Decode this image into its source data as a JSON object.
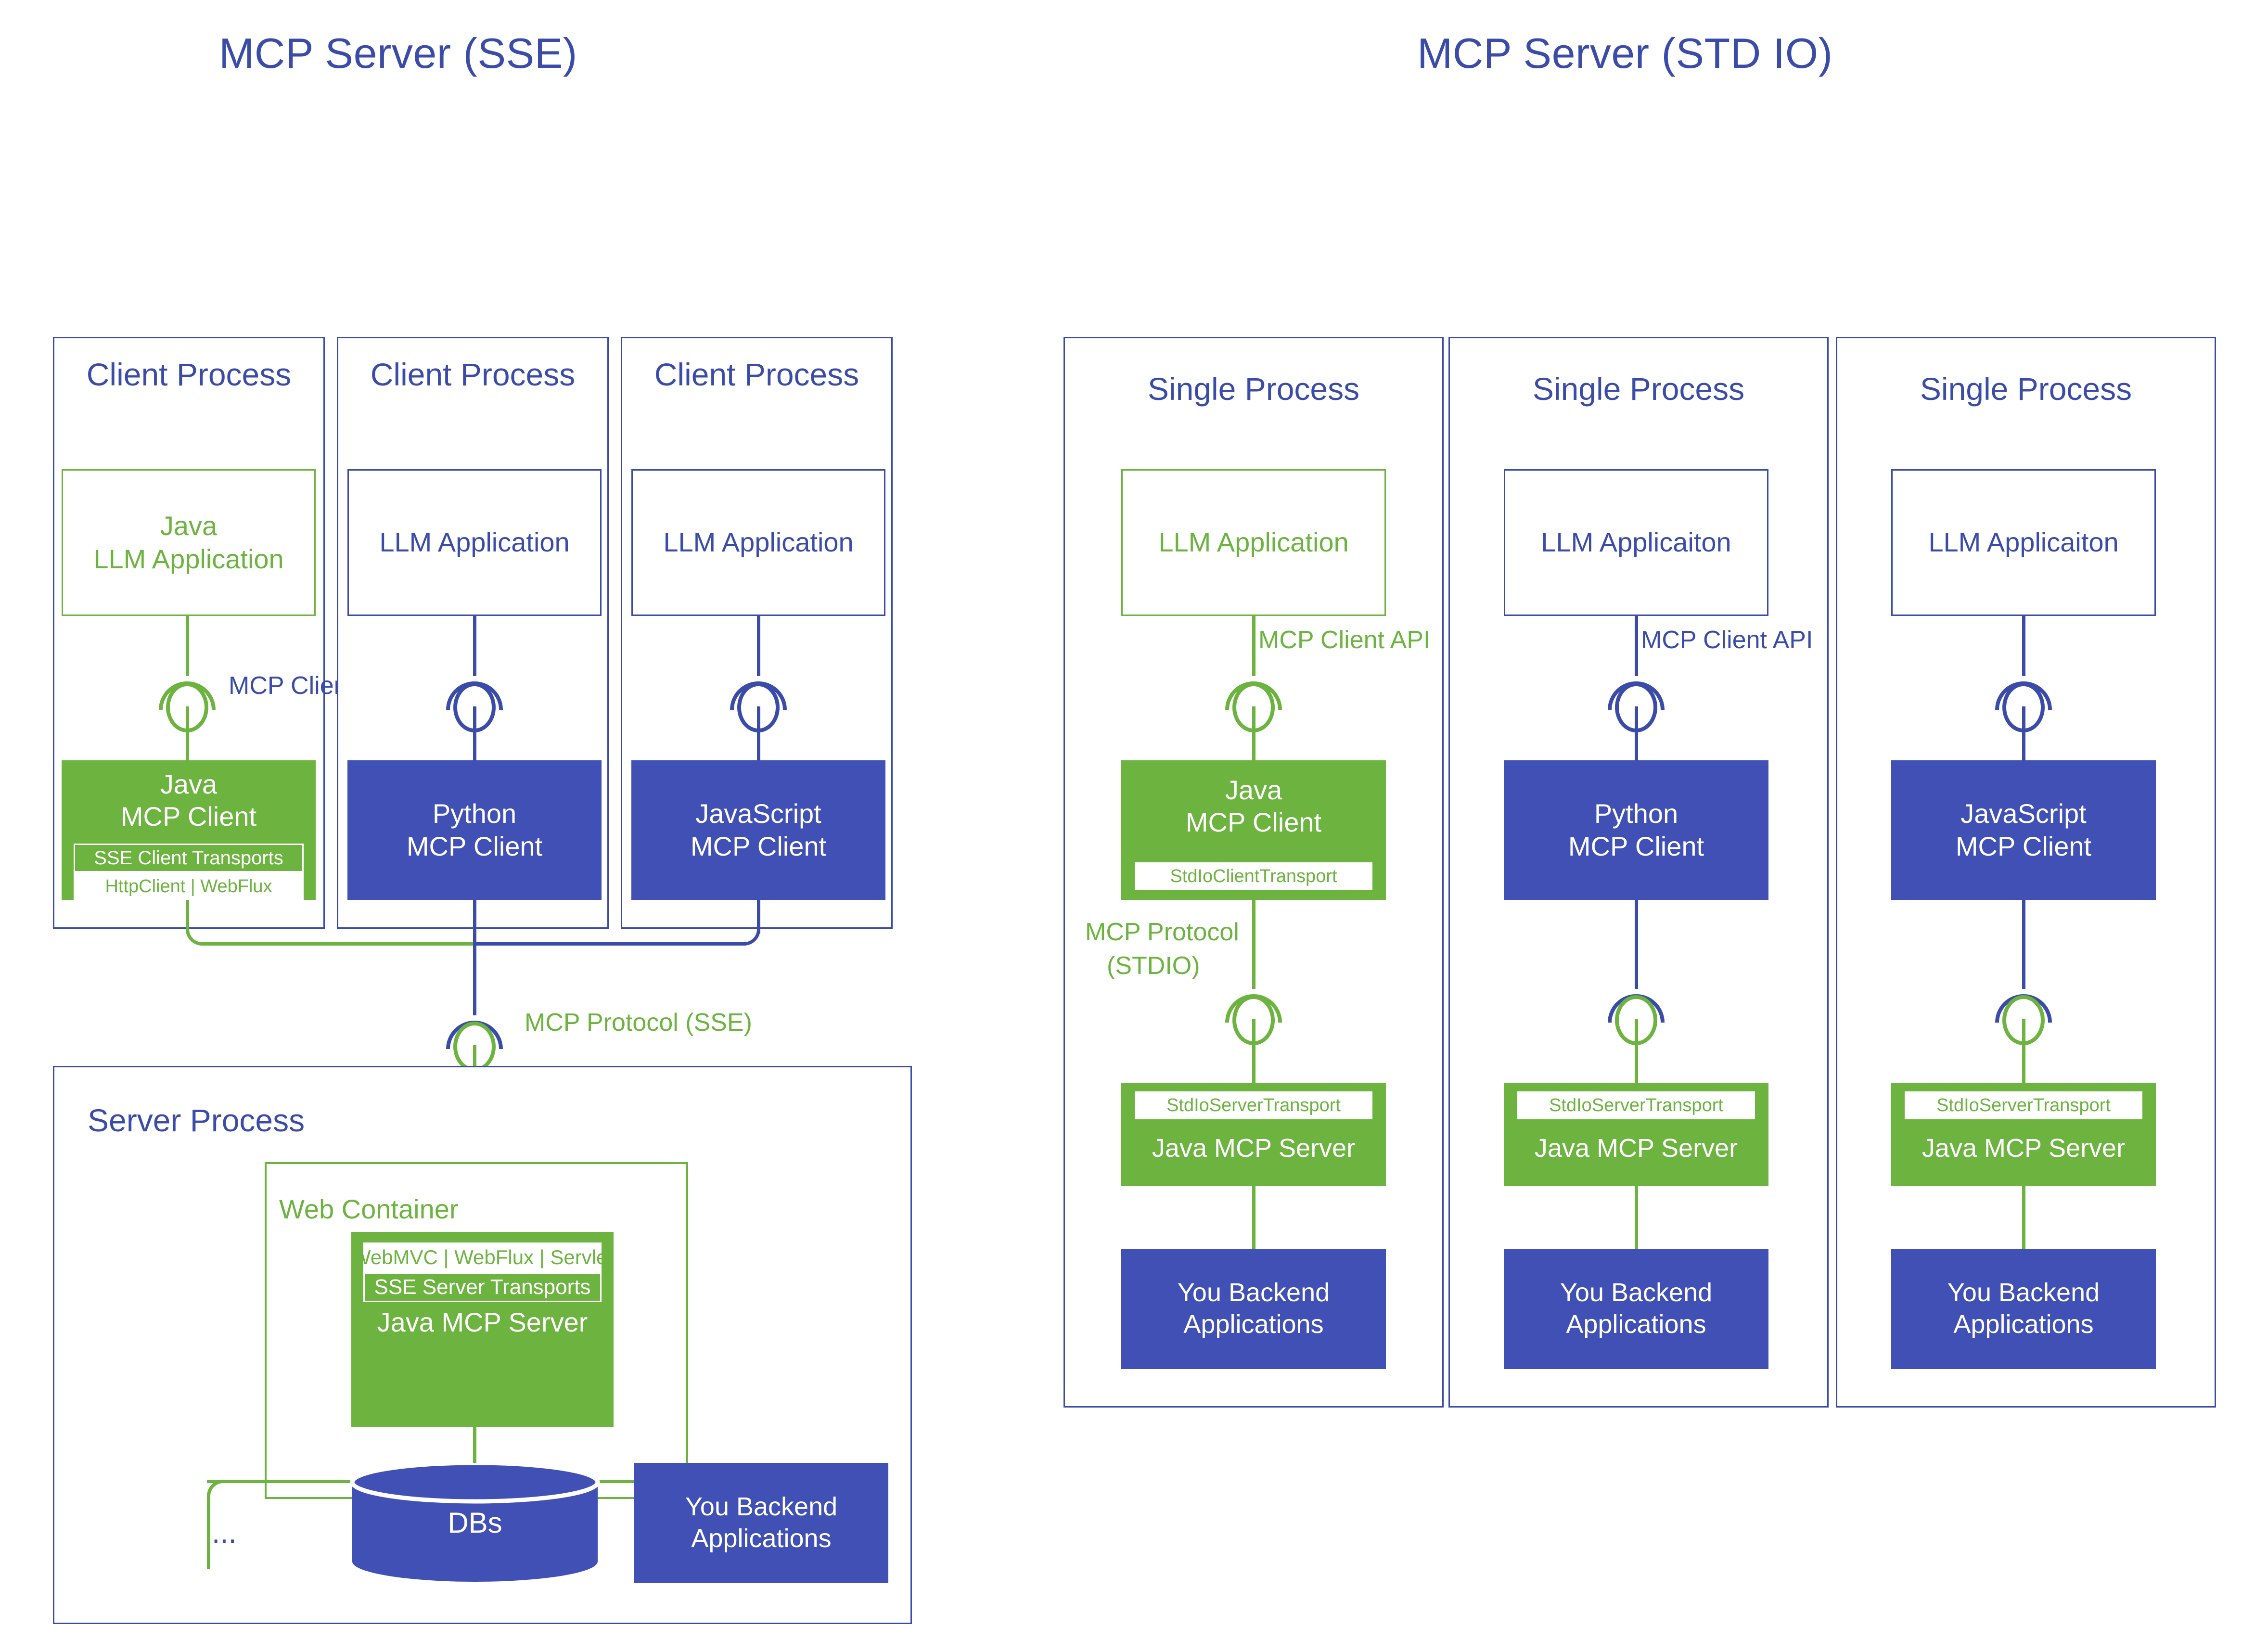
{
  "titles": {
    "left": "MCP Server (SSE)",
    "right": "MCP Server (STD IO)"
  },
  "colors": {
    "blue_fill": "#4050B5",
    "blue_stroke": "#3B4CA8",
    "green_fill": "#6CB33F",
    "green_stroke": "#6CB33F",
    "background": "#FFFFFF"
  },
  "left_diagram": {
    "client_processes": [
      {
        "title": "Client Process",
        "app": {
          "line1": "Java",
          "line2": "LLM Application",
          "style": "outline-green"
        },
        "connector_label": "MCP Client API",
        "client": {
          "line1": "Java",
          "line2": "MCP Client",
          "style": "fill-green",
          "transport_title": "SSE Client Transports",
          "transport_detail": "HttpClient | WebFlux"
        }
      },
      {
        "title": "Client Process",
        "app": {
          "line1": "LLM Application",
          "line2": "",
          "style": "outline-blue"
        },
        "connector_label": "",
        "client": {
          "line1": "Python",
          "line2": "MCP Client",
          "style": "fill-blue",
          "transport_title": "",
          "transport_detail": ""
        }
      },
      {
        "title": "Client Process",
        "app": {
          "line1": "LLM Application",
          "line2": "",
          "style": "outline-blue"
        },
        "connector_label": "",
        "client": {
          "line1": "JavaScript",
          "line2": "MCP Client",
          "style": "fill-blue",
          "transport_title": "",
          "transport_detail": ""
        }
      }
    ],
    "protocol_label": "MCP Protocol (SSE)",
    "server_process": {
      "title": "Server Process",
      "web_container": {
        "title": "Web Container",
        "server": {
          "transport_detail": "WebMVC | WebFlux | Servlet",
          "transport_title": "SSE Server Transports",
          "name": "Java MCP Server"
        }
      },
      "ellipsis": "...",
      "db": {
        "label": "DBs"
      },
      "backend": {
        "line1": "You Backend",
        "line2": "Applications"
      }
    }
  },
  "right_diagram": {
    "single_processes": [
      {
        "title": "Single Process",
        "app": {
          "label": "LLM Application",
          "style": "outline-green"
        },
        "client_api_label": "MCP Client API",
        "client": {
          "line1": "Java",
          "line2": "MCP Client",
          "style": "fill-green",
          "transport": "StdIoClientTransport"
        },
        "protocol_label_line1": "MCP Protocol",
        "protocol_label_line2": "(STDIO)",
        "server": {
          "transport": "StdIoServerTransport",
          "name": "Java MCP Server"
        },
        "backend": {
          "line1": "You Backend",
          "line2": "Applications"
        }
      },
      {
        "title": "Single Process",
        "app": {
          "label": "LLM Applicaiton",
          "style": "outline-blue"
        },
        "client_api_label": "MCP Client API",
        "client": {
          "line1": "Python",
          "line2": "MCP Client",
          "style": "fill-blue",
          "transport": ""
        },
        "protocol_label_line1": "",
        "protocol_label_line2": "",
        "server": {
          "transport": "StdIoServerTransport",
          "name": "Java MCP Server"
        },
        "backend": {
          "line1": "You Backend",
          "line2": "Applications"
        }
      },
      {
        "title": "Single Process",
        "app": {
          "label": "LLM Applicaiton",
          "style": "outline-blue"
        },
        "client_api_label": "",
        "client": {
          "line1": "JavaScript",
          "line2": "MCP Client",
          "style": "fill-blue",
          "transport": ""
        },
        "protocol_label_line1": "",
        "protocol_label_line2": "",
        "server": {
          "transport": "StdIoServerTransport",
          "name": "Java MCP Server"
        },
        "backend": {
          "line1": "You Backend",
          "line2": "Applications"
        }
      }
    ]
  }
}
